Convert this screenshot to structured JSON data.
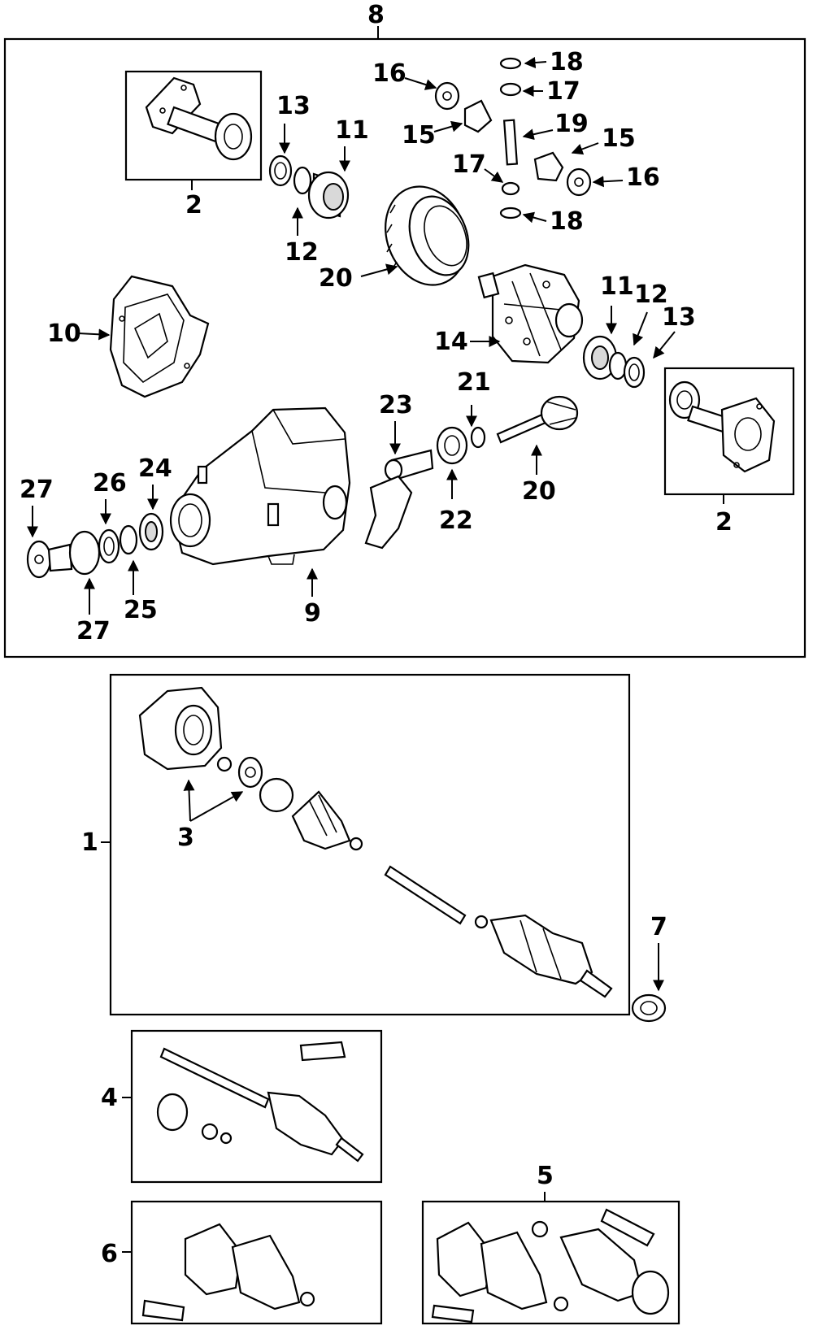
{
  "callouts": {
    "c1": "1",
    "c2a": "2",
    "c2b": "2",
    "c3": "3",
    "c4": "4",
    "c5": "5",
    "c6": "6",
    "c7": "7",
    "c8": "8",
    "c9": "9",
    "c10": "10",
    "c11a": "11",
    "c11b": "11",
    "c12a": "12",
    "c12b": "12",
    "c13a": "13",
    "c13b": "13",
    "c14": "14",
    "c15a": "15",
    "c15b": "15",
    "c16a": "16",
    "c16b": "16",
    "c17a": "17",
    "c17b": "17",
    "c18a": "18",
    "c18b": "18",
    "c19": "19",
    "c20a": "20",
    "c20b": "20",
    "c21": "21",
    "c22": "22",
    "c23": "23",
    "c24": "24",
    "c25": "25",
    "c26": "26",
    "c27a": "27",
    "c27b": "27"
  }
}
